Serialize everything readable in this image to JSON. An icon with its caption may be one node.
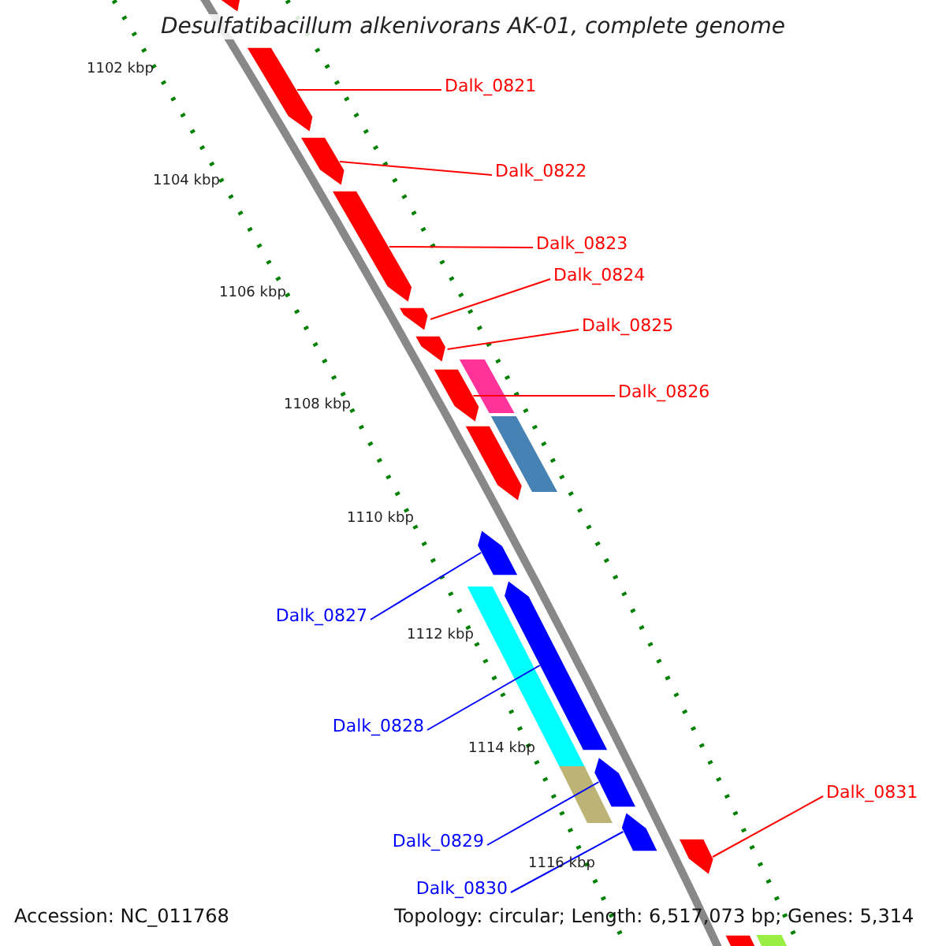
{
  "diagram": {
    "title": "Desulfatibacillum alkenivorans AK-01, complete genome",
    "nodes": [
      {
        "text": [
          "Dalk_0821"
        ]
      },
      {
        "text": [
          "Dalk_0822"
        ]
      },
      {
        "text": [
          "Dalk_0823"
        ]
      },
      {
        "text": [
          "Dalk_0824"
        ]
      },
      {
        "text": [
          "Dalk_0825"
        ]
      },
      {
        "text": [
          "Dalk_0826"
        ]
      },
      {
        "text": [
          "Dalk_0827"
        ]
      },
      {
        "text": [
          "Dalk_0828"
        ]
      },
      {
        "text": [
          "Dalk_0829"
        ]
      },
      {
        "text": [
          "Dalk_0830"
        ]
      },
      {
        "text": [
          "Dalk_0831"
        ]
      },
      {
        "text": [],
        "shape": "arrow"
      },
      {
        "text": [],
        "shape": "arrow"
      },
      {
        "text": [],
        "shape": "arrow"
      },
      {
        "text": [],
        "shape": "arrow"
      },
      {
        "text": [],
        "shape": "arrow"
      },
      {
        "text": [],
        "shape": "arrow"
      },
      {
        "text": [],
        "shape": "arrow"
      },
      {
        "text": [],
        "shape": "arrow"
      },
      {
        "text": [],
        "shape": "arrow"
      },
      {
        "text": [],
        "shape": "arrow"
      },
      {
        "text": [],
        "shape": "arrow"
      },
      {
        "text": [],
        "shape": "arrow"
      },
      {
        "text": [],
        "shape": "arrow"
      },
      {
        "text": [],
        "shape": "box"
      },
      {
        "text": [],
        "shape": "box"
      },
      {
        "text": [],
        "shape": "box"
      },
      {
        "text": [],
        "shape": "box"
      },
      {
        "text": [],
        "shape": "arrow"
      },
      {
        "text": [],
        "shape": "box"
      }
    ],
    "edges": [
      {
        "from": 0,
        "to": 11,
        "arrow": "none"
      },
      {
        "from": 1,
        "to": 12,
        "arrow": "none"
      },
      {
        "from": 2,
        "to": 13,
        "arrow": "none"
      },
      {
        "from": 3,
        "to": 14,
        "arrow": "none"
      },
      {
        "from": 4,
        "to": 15,
        "arrow": "none"
      },
      {
        "from": 5,
        "to": 16,
        "arrow": "none"
      },
      {
        "from": 6,
        "to": 17,
        "arrow": "none",
        "color": "#0000ff"
      },
      {
        "from": 7,
        "to": 18,
        "arrow": "none",
        "color": "#0000ff"
      },
      {
        "from": 8,
        "to": 19,
        "arrow": "none",
        "color": "#0000ff"
      },
      {
        "from": 9,
        "to": 20,
        "arrow": "none",
        "color": "#0000ff"
      },
      {
        "from": 10,
        "to": 21,
        "arrow": "none"
      }
    ],
    "labels": [
      "1102 kbp",
      "1104 kbp",
      "1106 kbp",
      "1108 kbp",
      "1110 kbp",
      "1112 kbp",
      "1114 kbp",
      "1116 kbp",
      "Accession: NC_011768",
      "Topology: circular; Length: 6,517,073 bp; Genes: 5,314"
    ]
  }
}
